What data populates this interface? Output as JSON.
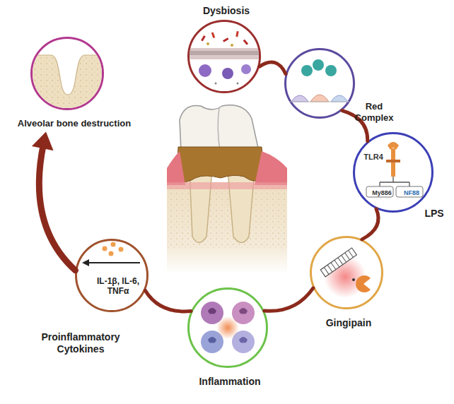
{
  "diagram": {
    "nodes": [
      {
        "text": [
          "Dysbiosis"
        ]
      },
      {
        "text": [
          "Red Complex"
        ]
      },
      {
        "text": [
          "TLR4",
          "My886",
          "NF88",
          "LPS"
        ]
      },
      {
        "text": [
          "Gingipain"
        ]
      },
      {
        "text": [
          "Inflammation"
        ]
      },
      {
        "text": [
          "IL-1β, IL-6, TNFα",
          "Proinflammatory Cytokines"
        ]
      },
      {
        "text": [
          "Alveolar bone destruction"
        ]
      }
    ],
    "edges": [
      {
        "from": 0,
        "to": 1,
        "arrow": "none"
      },
      {
        "from": 1,
        "to": 2,
        "arrow": "none"
      },
      {
        "from": 2,
        "to": 3,
        "arrow": "none"
      },
      {
        "from": 3,
        "to": 4,
        "arrow": "none"
      },
      {
        "from": 4,
        "to": 5,
        "arrow": "none"
      },
      {
        "from": 5,
        "to": 6,
        "arrow": "to"
      }
    ]
  }
}
